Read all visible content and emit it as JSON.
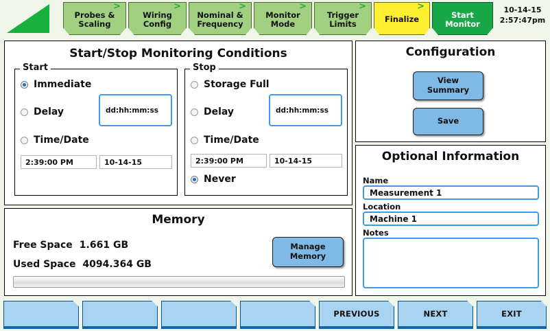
{
  "header": {
    "logo_icon": "green-triangle-logo",
    "tabs": [
      {
        "label": "Probes &\nScaling",
        "state": "normal",
        "chevron": ">"
      },
      {
        "label": "Wiring\nConfig",
        "state": "normal",
        "chevron": ">"
      },
      {
        "label": "Nominal &\nFrequency",
        "state": "normal",
        "chevron": ">"
      },
      {
        "label": "Monitor\nMode",
        "state": "normal",
        "chevron": ">"
      },
      {
        "label": "Trigger\nLimits",
        "state": "normal",
        "chevron": ">"
      },
      {
        "label": "Finalize",
        "state": "active",
        "chevron": ">"
      },
      {
        "label": "Start\nMonitor",
        "state": "action",
        "chevron": ""
      }
    ],
    "clock": {
      "date": "10-14-15",
      "time": "2:57:47pm"
    }
  },
  "conditions": {
    "title": "Start/Stop Monitoring Conditions",
    "start": {
      "legend": "Start",
      "options": [
        {
          "label": "Immediate",
          "selected": true
        },
        {
          "label": "Delay",
          "selected": false
        },
        {
          "label": "Time/Date",
          "selected": false
        }
      ],
      "delay_value": "dd:hh:mm:ss",
      "time_value": "2:39:00 PM",
      "date_value": "10-14-15"
    },
    "stop": {
      "legend": "Stop",
      "options": [
        {
          "label": "Storage Full",
          "selected": false
        },
        {
          "label": "Delay",
          "selected": false
        },
        {
          "label": "Time/Date",
          "selected": false
        },
        {
          "label": "Never",
          "selected": true
        }
      ],
      "delay_value": "dd:hh:mm:ss",
      "time_value": "2:39:00 PM",
      "date_value": "10-14-15"
    }
  },
  "memory": {
    "title": "Memory",
    "free_label": "Free Space",
    "free_value": "1.661 GB",
    "used_label": "Used Space",
    "used_value": "4094.364 GB",
    "manage_button": "Manage\nMemory",
    "progress_percent": 0
  },
  "configuration": {
    "title": "Configuration",
    "view_summary_button": "View\nSummary",
    "save_button": "Save"
  },
  "optional": {
    "title": "Optional Information",
    "name_label": "Name",
    "name_value": "Measurement 1",
    "location_label": "Location",
    "location_value": "Machine 1",
    "notes_label": "Notes",
    "notes_value": ""
  },
  "footer": {
    "buttons": [
      {
        "label": ""
      },
      {
        "label": ""
      },
      {
        "label": ""
      },
      {
        "label": ""
      },
      {
        "label": "PREVIOUS"
      },
      {
        "label": "NEXT"
      },
      {
        "label": "EXIT"
      }
    ]
  },
  "colors": {
    "background": "#f1f6ea",
    "tab_green": "#a0d080",
    "tab_active_yellow": "#ffef33",
    "tab_action_green": "#18a848",
    "button_blue": "#7fb9e6",
    "nav_blue": "#a8d4f2",
    "focus_blue": "#3d9be9"
  }
}
